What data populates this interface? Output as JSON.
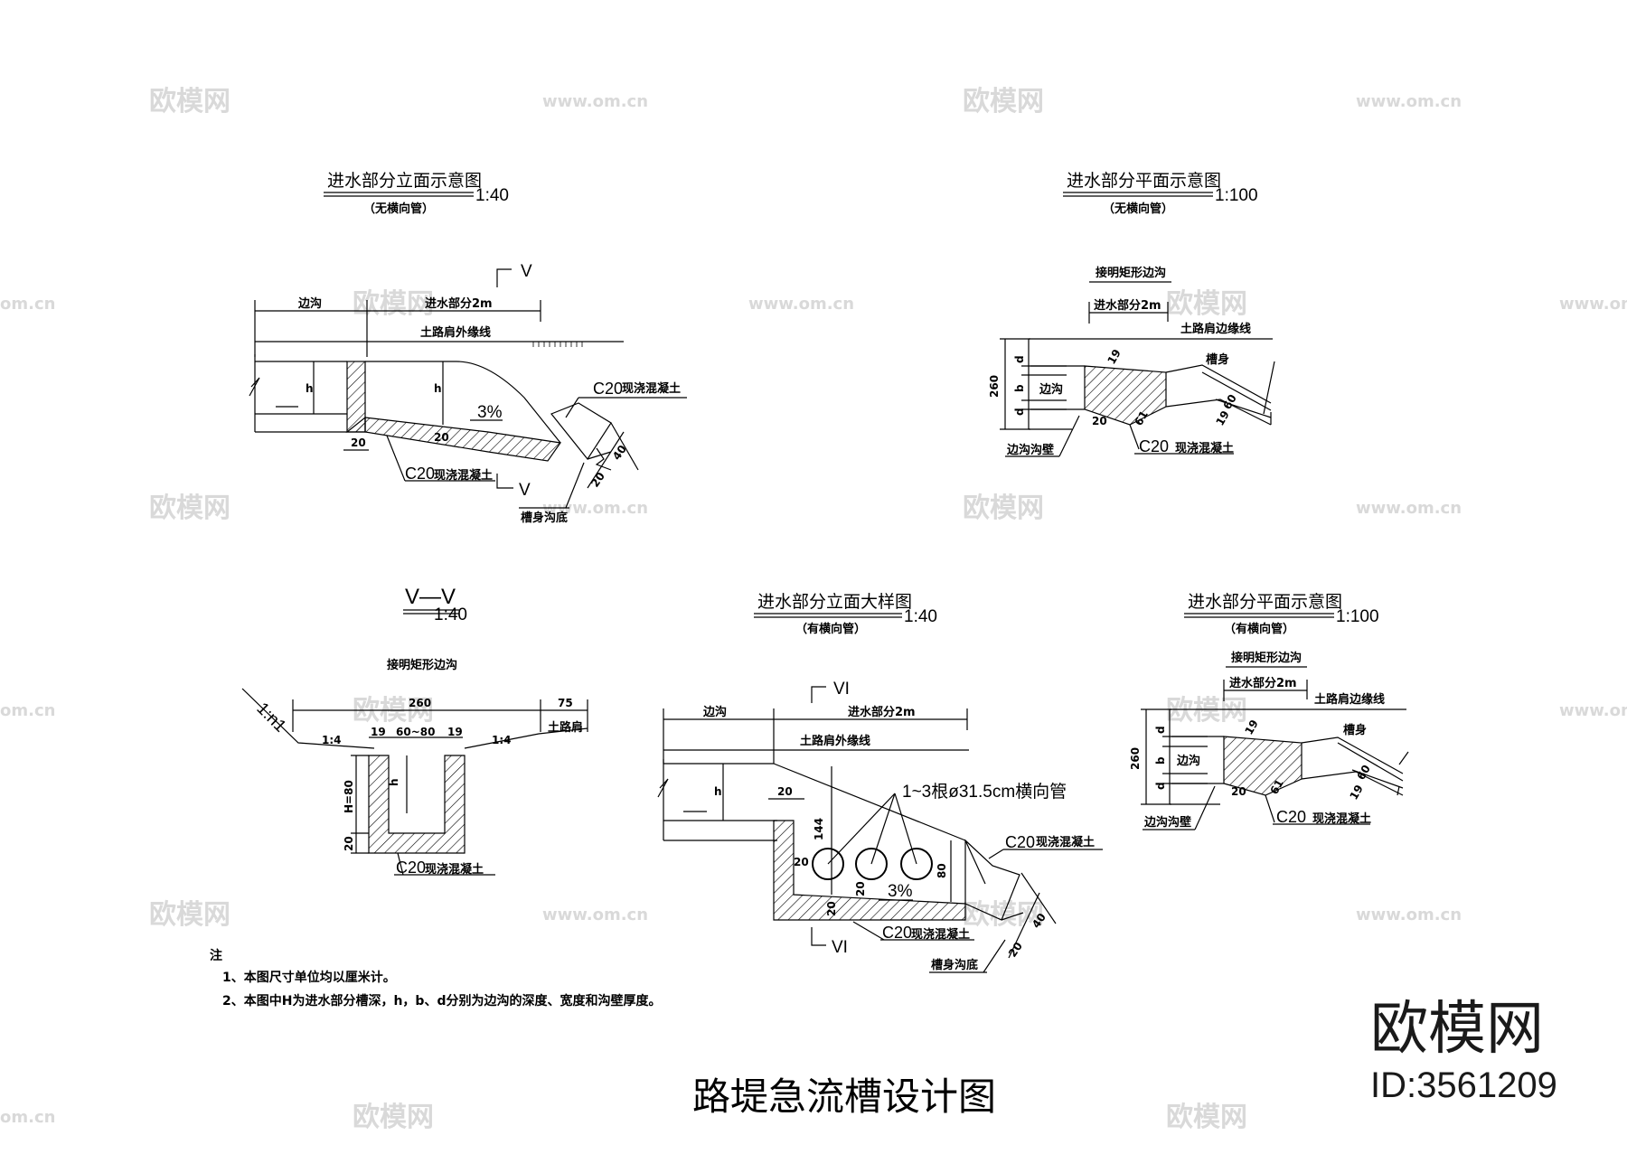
{
  "watermarks": {
    "brand": "欧模网",
    "site": "www.om.cn",
    "site_short": "om.cn",
    "brand_big": "欧模网",
    "id": "ID:3561209"
  },
  "main_title": "路堤急流槽设计图",
  "d1": {
    "title": "进水部分立面示意图",
    "subtitle": "（无横向管）",
    "scale": "1:40",
    "lbl_ditch": "边沟",
    "lbl_inlet": "进水部分2m",
    "lbl_shoulder": "土路肩外缘线",
    "lbl_h": "h",
    "lbl_20a": "20",
    "lbl_20b": "20",
    "lbl_20c": "20",
    "lbl_40": "40",
    "lbl_slope": "3%",
    "mat1": "C20",
    "mat1_s": "现浇混凝土",
    "mat2": "C20",
    "mat2_s": "现浇混凝土",
    "lbl_bottom": "槽身沟底",
    "sec_top": "V",
    "sec_bot": "V"
  },
  "d2": {
    "title": "进水部分平面示意图",
    "subtitle": "（无横向管）",
    "scale": "1:100",
    "lbl_connect": "接明矩形边沟",
    "lbl_inlet": "进水部分2m",
    "lbl_shoulder": "土路肩边缘线",
    "lbl_body": "槽身",
    "lbl_260": "260",
    "lbl_d1": "d",
    "lbl_b": "b",
    "lbl_d2": "d",
    "lbl_ditch": "边沟",
    "lbl_19a": "19",
    "lbl_19b": "19",
    "lbl_20": "20",
    "lbl_60": "60",
    "lbl_61": "61",
    "lbl_wall": "边沟沟壁",
    "mat": "C20",
    "mat_s": "现浇混凝土"
  },
  "d3": {
    "title": "V—V",
    "scale": "1:40",
    "lbl_connect": "接明矩形边沟",
    "lbl_slope_n": "1:n1",
    "lbl_260": "260",
    "lbl_75": "75",
    "lbl_shoulder": "土路肩",
    "lbl_14a": "1:4",
    "lbl_14b": "1:4",
    "lbl_19a": "19",
    "lbl_6080": "60~80",
    "lbl_19b": "19",
    "lbl_H": "H=80",
    "lbl_h": "h",
    "lbl_20": "20",
    "mat": "C20",
    "mat_s": "现浇混凝土"
  },
  "d4": {
    "title": "进水部分立面大样图",
    "subtitle": "（有横向管）",
    "scale": "1:40",
    "lbl_ditch": "边沟",
    "lbl_inlet": "进水部分2m",
    "lbl_shoulder": "土路肩外缘线",
    "lbl_h": "h",
    "lbl_20a": "20",
    "lbl_144": "144",
    "lbl_20b": "20",
    "lbl_20c": "20",
    "lbl_20d": "20",
    "lbl_80": "80",
    "lbl_20e": "20",
    "lbl_40": "40",
    "lbl_slope": "3%",
    "lbl_pipe": "1~3根ø31.5cm横向管",
    "mat1": "C20",
    "mat1_s": "现浇混凝土",
    "mat2": "C20",
    "mat2_s": "现浇混凝土",
    "lbl_bottom": "槽身沟底",
    "sec_top": "VI",
    "sec_bot": "VI"
  },
  "d5": {
    "title": "进水部分平面示意图",
    "subtitle": "（有横向管）",
    "scale": "1:100",
    "lbl_connect": "接明矩形边沟",
    "lbl_inlet": "进水部分2m",
    "lbl_shoulder": "土路肩边缘线",
    "lbl_body": "槽身",
    "lbl_260": "260",
    "lbl_d1": "d",
    "lbl_b": "b",
    "lbl_d2": "d",
    "lbl_ditch": "边沟",
    "lbl_19a": "19",
    "lbl_19b": "19",
    "lbl_20": "20",
    "lbl_60": "60",
    "lbl_61": "61",
    "lbl_wall": "边沟沟壁",
    "mat": "C20",
    "mat_s": "现浇混凝土"
  },
  "notes": {
    "heading": "注",
    "line1": "1、本图尺寸单位均以厘米计。",
    "line2": "2、本图中H为进水部分槽深，h，b、d分别为边沟的深度、宽度和沟壁厚度。"
  }
}
